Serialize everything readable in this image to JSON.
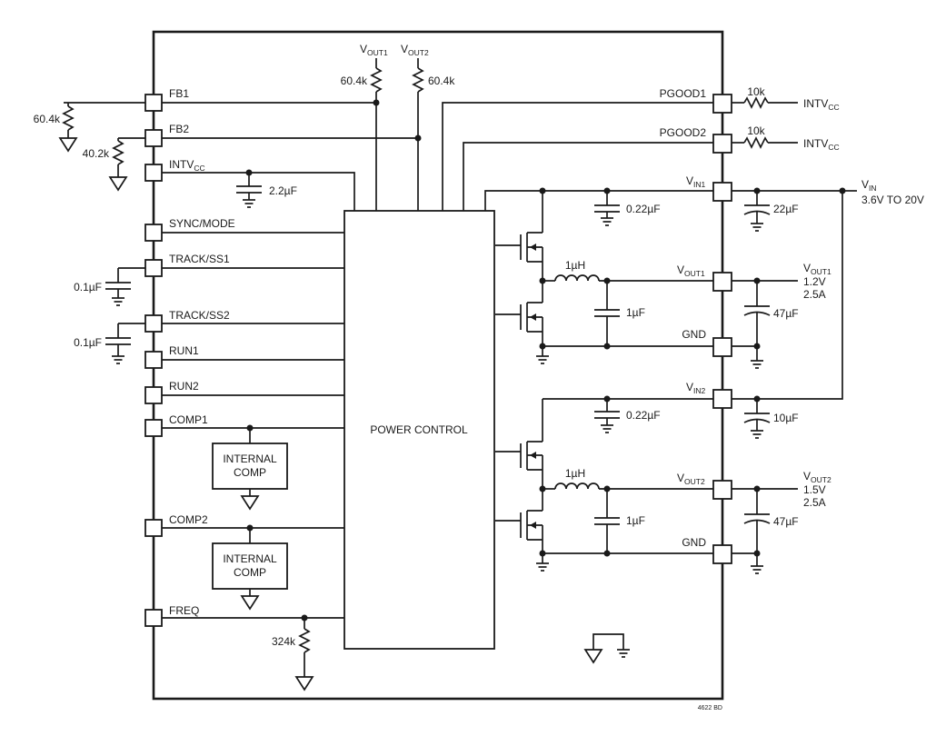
{
  "pins_left": {
    "fb1": "FB1",
    "fb2": "FB2",
    "intvcc": "INTV",
    "intvcc_sub": "CC",
    "sync_mode": "SYNC/MODE",
    "track_ss1": "TRACK/SS1",
    "track_ss2": "TRACK/SS2",
    "run1": "RUN1",
    "run2": "RUN2",
    "comp1": "COMP1",
    "comp2": "COMP2",
    "freq": "FREQ"
  },
  "pins_right": {
    "pgood1": "PGOOD1",
    "pgood2": "PGOOD2",
    "vin1": "V",
    "vin1_sub": "IN1",
    "vout1": "V",
    "vout1_sub": "OUT1",
    "gnd1": "GND",
    "vin2": "V",
    "vin2_sub": "IN2",
    "vout2": "V",
    "vout2_sub": "OUT2",
    "gnd2": "GND"
  },
  "top": {
    "vout1": "V",
    "vout1_sub": "OUT1",
    "vout2": "V",
    "vout2_sub": "OUT2",
    "r_top1": "60.4k",
    "r_top2": "60.4k"
  },
  "external": {
    "r_fb_top": "60.4k",
    "r_fb_bot": "40.2k",
    "c_intvcc": "2.2µF",
    "c_ss1": "0.1µF",
    "c_ss2": "0.1µF",
    "r_freq": "324k",
    "r_pg1": "10k",
    "r_pg2": "10k",
    "intvcc_out1": "INTV",
    "intvcc_out1_sub": "CC",
    "intvcc_out2": "INTV",
    "intvcc_out2_sub": "CC",
    "c_vin1_int": "0.22µF",
    "c_vin1_ext": "22µF",
    "c_vin2_int": "0.22µF",
    "c_vin2_ext": "10µF",
    "l1": "1µH",
    "l2": "1µH",
    "c_out1_int": "1µF",
    "c_out2_int": "1µF",
    "c_out1_ext": "47µF",
    "c_out2_ext": "47µF"
  },
  "vin_label": {
    "name": "V",
    "name_sub": "IN",
    "range": "3.6V TO 20V"
  },
  "out1_label": {
    "name": "V",
    "name_sub": "OUT1",
    "voltage": "1.2V",
    "current": "2.5A"
  },
  "out2_label": {
    "name": "V",
    "name_sub": "OUT2",
    "voltage": "1.5V",
    "current": "2.5A"
  },
  "blocks": {
    "power_control": "POWER CONTROL",
    "internal_comp1_l1": "INTERNAL",
    "internal_comp1_l2": "COMP",
    "internal_comp2_l1": "INTERNAL",
    "internal_comp2_l2": "COMP"
  },
  "drawing_number": "4622 BD"
}
